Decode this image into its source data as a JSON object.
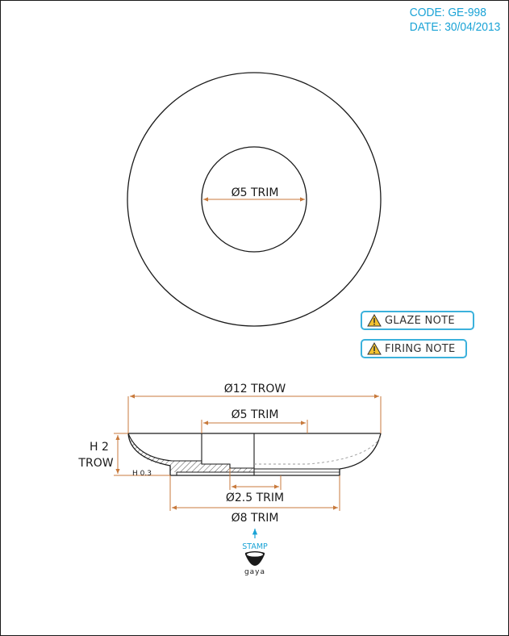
{
  "header": {
    "code": "CODE: GE-998",
    "date": "DATE: 30/04/2013"
  },
  "notes": [
    {
      "label": "GLAZE NOTE",
      "icon": "warning-icon"
    },
    {
      "label": "FIRING NOTE",
      "icon": "warning-icon"
    }
  ],
  "top_view": {
    "inner_diameter_label": "Ø5 TRIM"
  },
  "section_view": {
    "overall_diameter_label": "Ø12 TROW",
    "well_diameter_label": "Ø5 TRIM",
    "height_label_line1": "H 2",
    "height_label_line2": "TROW",
    "foot_height_label": "H 0.3",
    "foot_inner_label": "Ø2.5 TRIM",
    "foot_outer_label": "Ø8 TRIM"
  },
  "stamp": {
    "label": "STAMP",
    "brand": "gaya"
  },
  "colors": {
    "dimension": "#c87a3c",
    "accent": "#1aa3d6",
    "outline": "#1a1a1a",
    "warning": "#f2c230"
  }
}
